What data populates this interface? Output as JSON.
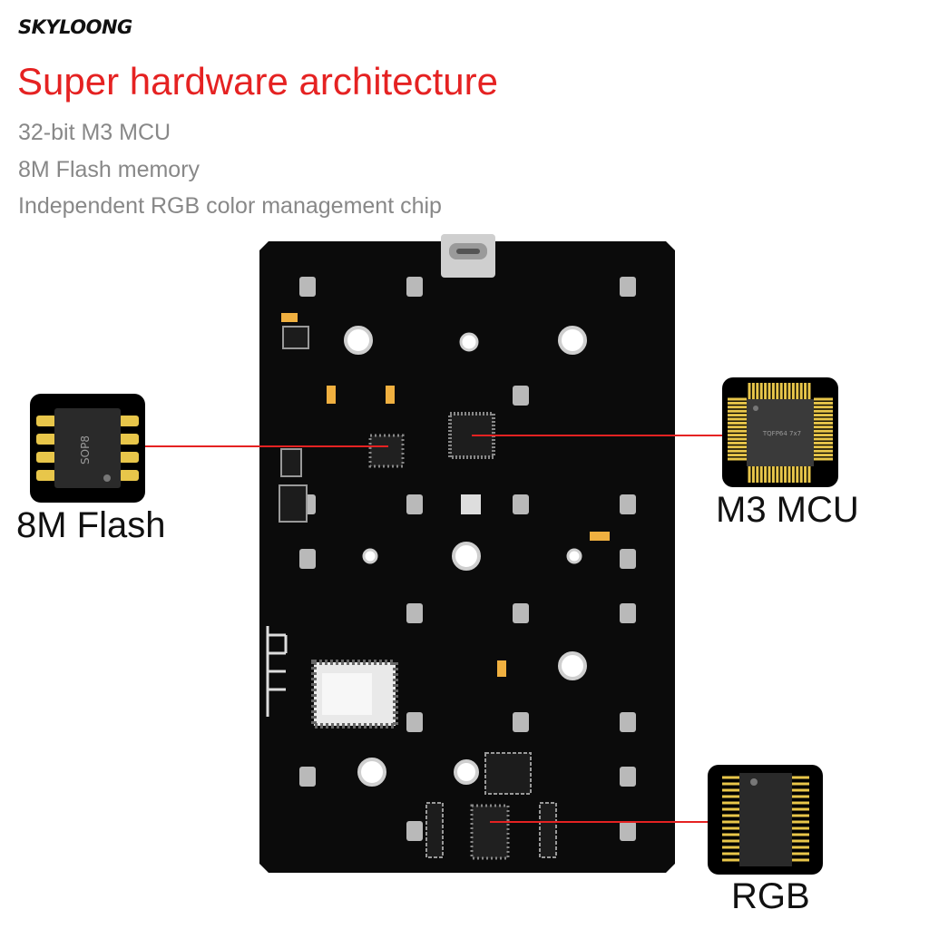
{
  "brand": "SKYLOONG",
  "headline": "Super hardware architecture",
  "features": [
    "32-bit M3 MCU",
    "8M Flash memory",
    "Independent RGB color management chip"
  ],
  "callouts": {
    "flash": {
      "label": "8M Flash",
      "chip_text": "SOP8"
    },
    "mcu": {
      "label": "M3 MCU",
      "chip_text": "TQFP64 7x7"
    },
    "rgb": {
      "label": "RGB"
    }
  },
  "colors": {
    "headline": "#e52222",
    "pcb": "#0b0b0b",
    "leader_line": "#e52222",
    "pin_gold": "#e8c64a"
  }
}
